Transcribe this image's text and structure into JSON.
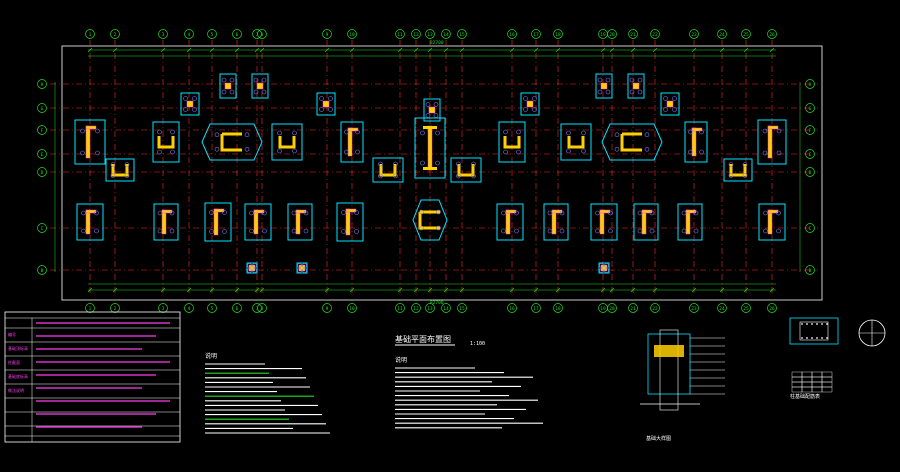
{
  "drawing": {
    "plan_title": "基础平面布置图",
    "plan_scale": "1:100",
    "axis_labels_top": [
      "1",
      "2",
      "3",
      "4",
      "5",
      "6",
      "7",
      "8",
      "9",
      "10",
      "11",
      "12",
      "13",
      "14",
      "15",
      "16",
      "17",
      "18",
      "19",
      "20",
      "21",
      "22",
      "23",
      "24",
      "25",
      "26"
    ],
    "axis_labels_side": [
      "H",
      "G",
      "F",
      "E",
      "D",
      "C",
      "B",
      "A"
    ],
    "overall_dim": "82700",
    "notes_heading": "说明",
    "notes_heading_2": "说明",
    "detail1_caption": "基础大样图",
    "detail2_caption": "柱基础配筋表",
    "legend_rows": [
      "编号",
      "基础顶标高",
      "柱截面",
      "基础底标高",
      "做法说明"
    ]
  },
  "colors": {
    "background": "#000000",
    "grid_axis": "#ff2a2a",
    "axis_bubble": "#22dd22",
    "dimension": "#22dd22",
    "footing": "#00e5ff",
    "column_fill": "#ffd000",
    "column_edge": "#ff3df0",
    "pile": "#7a7aff",
    "text_white": "#ffffff",
    "text_yellow": "#ffee33",
    "frame": "#ffffff",
    "legend_text": "#ff3df0"
  }
}
